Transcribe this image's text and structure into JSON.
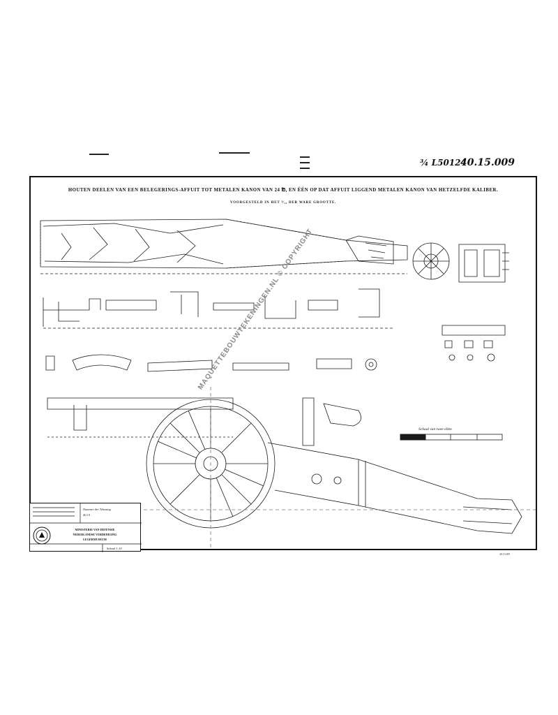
{
  "annotations": {
    "ref": "¾ L50124",
    "number": "40.15.009"
  },
  "sheet": {
    "title": "HOUTEN DEELEN VAN EEN BELEGERINGS-AFFUIT TOT METALEN KANON VAN 24 ℔, EN ÉÉN OP DAT AFFUIT LIGGEND METALEN KANON VAN HETZELFDE KALIBER.",
    "subtitle": "VOORGESTELD IN HET ⅟₁₀ DER WARE GROOTTE.",
    "scale_label": "Schaal van twee ellen",
    "watermark": "MAQUETTEBOUWTEKENINGEN.NL © COPYRIGHT"
  },
  "cartouche": {
    "institution_line1": "MINISTERIE VAN DEFENSIE",
    "institution_line2": "NEDERLANDSE VERDEDIGING",
    "institution_line3": "LEGERMUSEUM",
    "field1": "Nummer der Tekening",
    "field2": "40.15",
    "field3": "Schaal 1:10"
  },
  "footer": {
    "ref": "40.15.009"
  }
}
